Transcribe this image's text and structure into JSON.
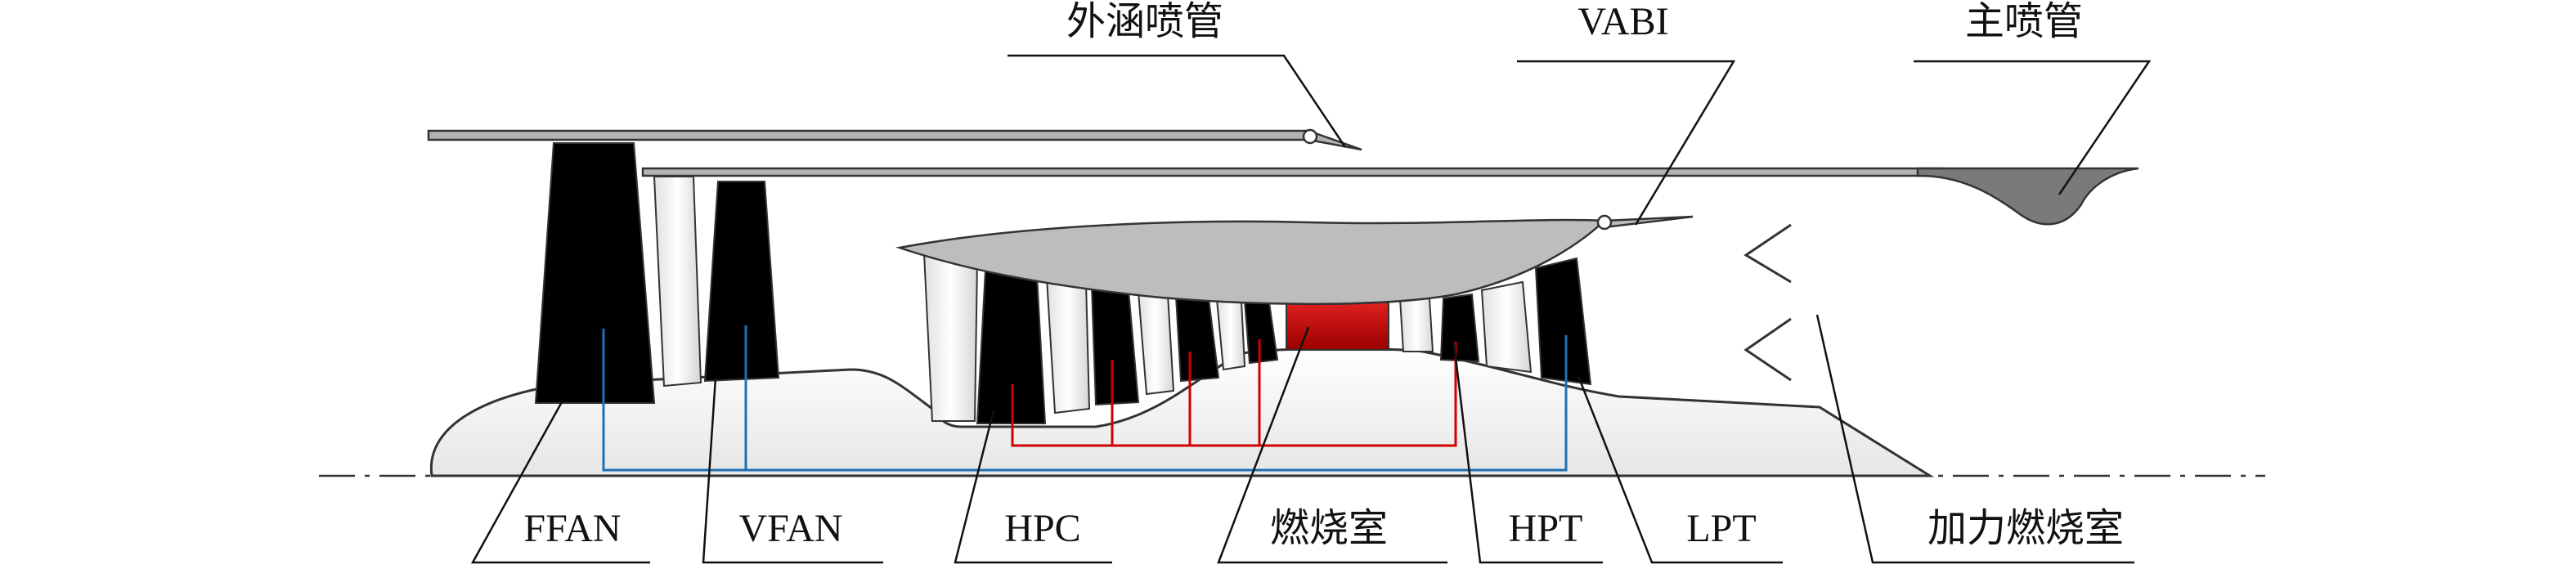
{
  "labels": {
    "bypass_nozzle": "外涵喷管",
    "vabi": "VABI",
    "main_nozzle": "主喷管",
    "ffan": "FFAN",
    "vfan": "VFAN",
    "hpc": "HPC",
    "combustor": "燃烧室",
    "hpt": "HPT",
    "lpt": "LPT",
    "afterburner": "加力燃烧室"
  },
  "colors": {
    "blade": "#000000",
    "casing_fill": "#a6a6a6",
    "nacelle_fill": "#b3b3b3",
    "hub_fill": "#f4f4f4",
    "combustor": "#c00000",
    "hp_shaft": "#d00000",
    "lp_shaft": "#1f6fb5"
  }
}
